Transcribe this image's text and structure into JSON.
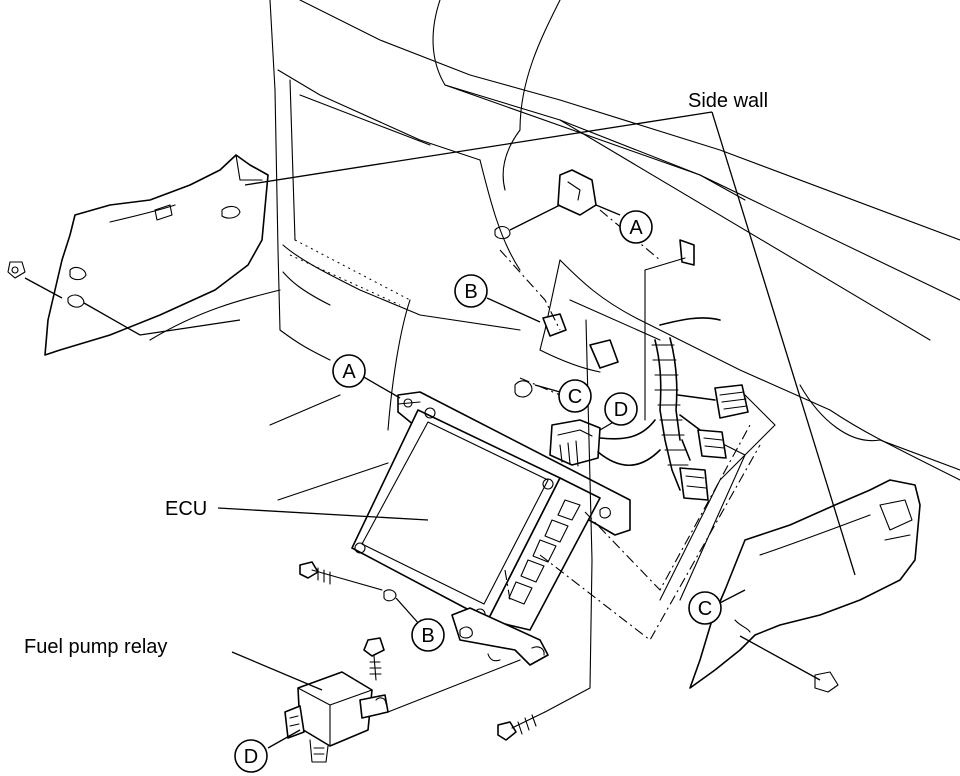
{
  "labels": {
    "side_wall": "Side wall",
    "ecu": "ECU",
    "fuel_pump_relay": "Fuel pump relay"
  },
  "callouts": {
    "a_top": "A",
    "a_left": "A",
    "b_top": "B",
    "b_bottom": "B",
    "c_mid": "C",
    "c_right": "C",
    "d_mid": "D",
    "d_bottom": "D"
  }
}
